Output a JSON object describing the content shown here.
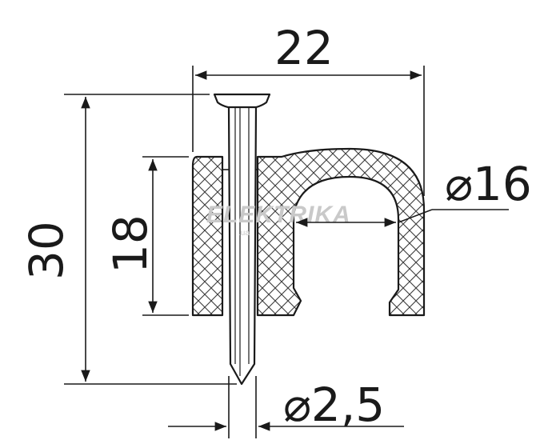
{
  "drawing": {
    "dim_width": "22",
    "dim_total_height": "30",
    "dim_body_height": "18",
    "dim_cable_diameter": "⌀16",
    "dim_nail_diameter": "⌀2,5"
  },
  "watermark": {
    "brand": "ELEKTRIKA",
    "domain": ".ua"
  },
  "colors": {
    "line": "#1a1a1a",
    "hatch": "#3a3a3a",
    "watermark": "#c9c9c9"
  }
}
